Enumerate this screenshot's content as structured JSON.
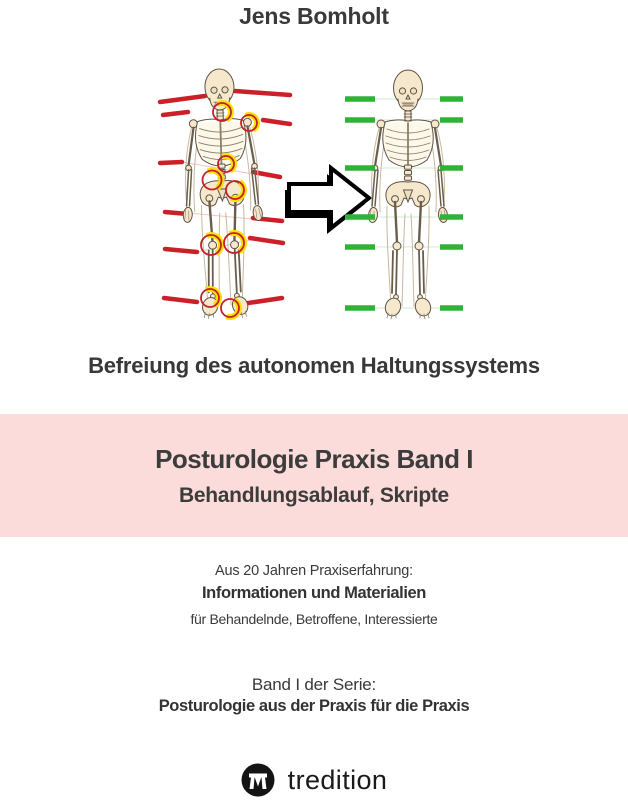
{
  "cover": {
    "author": "Jens Bomholt",
    "tagline": "Befreiung des autonomen Haltungssystems",
    "illustration": {
      "description": "skeleton posture before and after: tilted red level lines with highlighted joints transform to level green lines",
      "before_line_color": "#cb2027",
      "after_line_color": "#2fb235",
      "joint_highlight_color": "#ffdf00",
      "joint_ring_color": "#c32127",
      "bone_fill": "#f5e8cd"
    },
    "title_band": {
      "background": "#fbdcda",
      "title": "Posturologie Praxis Band I",
      "subtitle": "Behandlungsablauf, Skripte"
    },
    "info_block": {
      "line1": "Aus 20 Jahren Praxiserfahrung:",
      "line2": "Informationen und Materialien",
      "line3": "für Behandelnde, Betroffene, Interessierte"
    },
    "series_block": {
      "line1": "Band I der Serie:",
      "line2": "Posturologie aus der Praxis für die Praxis"
    },
    "publisher": {
      "name": "tredition"
    }
  }
}
